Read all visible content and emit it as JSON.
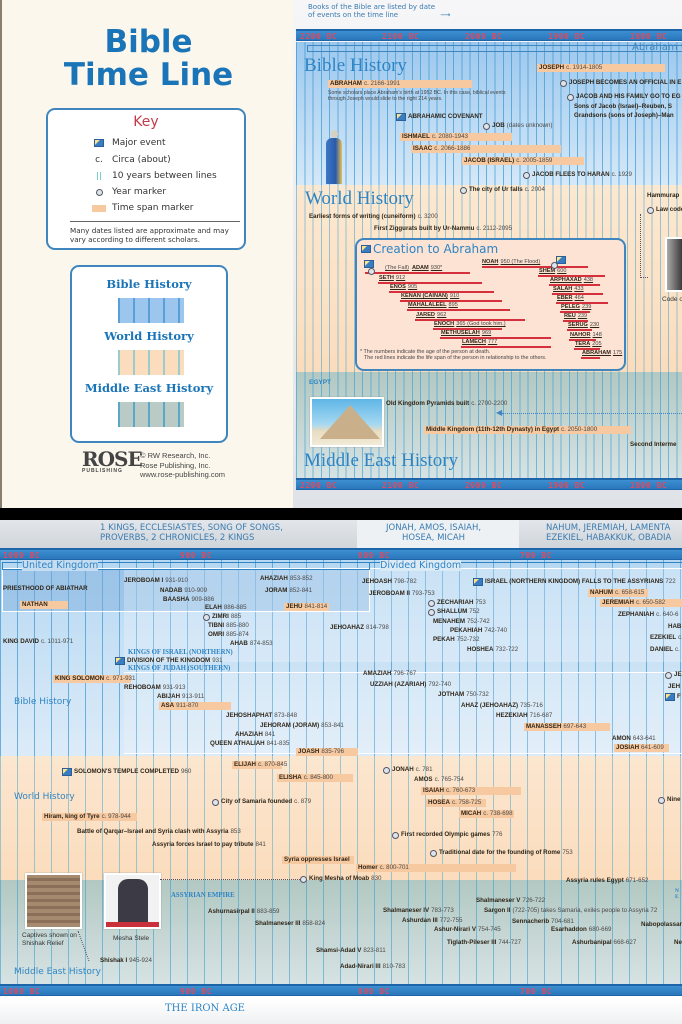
{
  "cover": {
    "title_line1": "Bible",
    "title_line2": "Time Line",
    "key": {
      "title": "Key",
      "items": [
        "Major event",
        "Circa (about)",
        "10 years between lines",
        "Year marker",
        "Time span marker"
      ],
      "circa_symbol": "c.",
      "note": "Many dates listed are approximate and may vary according to different scholars."
    },
    "legend": [
      "Bible History",
      "World History",
      "Middle East History"
    ],
    "publisher": {
      "logo": "ROSE",
      "logo_sub": "PUBLISHING",
      "lines": [
        "© RW Research, Inc.",
        "Rose Publishing, Inc.",
        "www.rose-publishing.com"
      ]
    }
  },
  "colors": {
    "accent": "#1a74b8",
    "bible": "#a9d0f0",
    "world": "#fbe2c6",
    "middle_east": "#b9cbc4",
    "span": "#f6c9a0",
    "axis_label": "#e04a60"
  },
  "top": {
    "note": "Books of the Bible are listed by date of events on the time line",
    "axis": [
      "2200 BC",
      "2100 BC",
      "2000 BC",
      "1900 BC",
      "1800 BC"
    ],
    "sections": {
      "bible": "Bible History",
      "world": "World History",
      "me": "Middle East History"
    },
    "period_label": "Abraham to",
    "bible": [
      {
        "name": "JOSEPH",
        "date": "c. 1914-1805"
      },
      {
        "name": "ABRAHAM",
        "date": "c. 2166-1991"
      },
      {
        "name": "",
        "date": "Some scholars place Abraham's birth at 1952 BC. In this case, biblical events through Joseph would slide to the right 214 years."
      },
      {
        "name": "JOSEPH BECOMES AN OFFICIAL IN E",
        "date": ""
      },
      {
        "name": "JACOB AND HIS FAMILY GO TO EG",
        "date": ""
      },
      {
        "name": "Sons of Jacob (Israel)–Reuben, S",
        "date": ""
      },
      {
        "name": "Grandsons (sons of Joseph)–Man",
        "date": ""
      },
      {
        "name": "ABRAHAMIC COVENANT",
        "date": ""
      },
      {
        "name": "JOB",
        "date": "(dates unknown)"
      },
      {
        "name": "ISHMAEL",
        "date": "c. 2080-1943"
      },
      {
        "name": "ISAAC",
        "date": "c. 2066-1886"
      },
      {
        "name": "JACOB (ISRAEL)",
        "date": "c. 2005-1859"
      },
      {
        "name": "JACOB FLEES TO HARAN",
        "date": "c. 1929"
      }
    ],
    "world": [
      {
        "name": "The city of Ur falls",
        "date": "c. 2004"
      },
      {
        "name": "Earliest forms of writing (cuneiform)",
        "date": "c. 3200"
      },
      {
        "name": "First Ziggurats built by Ur-Nammu",
        "date": "c. 2112-2095"
      },
      {
        "name": "Hammurap",
        "date": ""
      },
      {
        "name": "Law code",
        "date": ""
      }
    ],
    "code_caption": "Code of",
    "creation": {
      "title": "Creation to Abraham",
      "people": [
        {
          "name": "ADAM",
          "date": "930*",
          "pre": "(The Fall)"
        },
        {
          "name": "SETH",
          "date": "912"
        },
        {
          "name": "ENOS",
          "date": "905"
        },
        {
          "name": "KENAN (CAINAN)",
          "date": "910"
        },
        {
          "name": "MAHALALEEL",
          "date": "895"
        },
        {
          "name": "JARED",
          "date": "962"
        },
        {
          "name": "ENOCH",
          "date": "365 (God took him.)"
        },
        {
          "name": "METHUSELAH",
          "date": "969"
        },
        {
          "name": "LAMECH",
          "date": "777"
        },
        {
          "name": "NOAH",
          "date": "950   (The Flood)"
        },
        {
          "name": "SHEM",
          "date": "600"
        },
        {
          "name": "ARPHAXAD",
          "date": "438"
        },
        {
          "name": "SALAH",
          "date": "433"
        },
        {
          "name": "EBER",
          "date": "464"
        },
        {
          "name": "PELEG",
          "date": "239"
        },
        {
          "name": "REU",
          "date": "239"
        },
        {
          "name": "SERUG",
          "date": "230"
        },
        {
          "name": "NAHOR",
          "date": "148"
        },
        {
          "name": "TERA",
          "date": "205"
        },
        {
          "name": "ABRAHAM",
          "date": "175"
        }
      ],
      "footnote1": "* The numbers indicate the age of the person at death.",
      "footnote2": "The red lines indicate the life span of the person in relationship to the others."
    },
    "egypt": {
      "label": "EGYPT",
      "events": [
        {
          "name": "Old Kingdom Pyramids built",
          "date": "c. 2700-2200"
        },
        {
          "name": "Middle Kingdom (11th-12th Dynasty) in Egypt",
          "date": "c. 2050-1800"
        },
        {
          "name": "Second Interme",
          "date": ""
        }
      ]
    }
  },
  "bottom": {
    "books": [
      [
        "1 KINGS, ECCLESIASTES, SONG OF SONGS,",
        "PROVERBS, 2 CHRONICLES, 2 KINGS"
      ],
      [
        "JONAH, AMOS, ISAIAH,",
        "HOSEA, MICAH"
      ],
      [
        "NAHUM, JEREMIAH, LAMENTA",
        "EZEKIEL, HABAKKUK, OBADIA"
      ]
    ],
    "axis": [
      "1000 BC",
      "900 BC",
      "800 BC",
      "700 BC"
    ],
    "periods": {
      "united": "United Kingdom",
      "divided": "Divided Kingdom"
    },
    "sections": {
      "bible": "Bible History",
      "world": "World History",
      "me": "Middle East History"
    },
    "labels": {
      "israel": "KINGS OF ISRAEL (NORTHERN)",
      "judah": "KINGS OF JUDAH (SOUTHERN)",
      "assyria": "ASSYRIAN EMPIRE",
      "ne": "N E",
      "age": "THE IRON AGE"
    },
    "bible": [
      {
        "name": "JEROBOAM I",
        "date": "931-910"
      },
      {
        "name": "NADAB",
        "date": "910-909"
      },
      {
        "name": "BAASHA",
        "date": "909-886"
      },
      {
        "name": "ELAH",
        "date": "886-885"
      },
      {
        "name": "ZIMRI",
        "date": "885"
      },
      {
        "name": "TIBNI",
        "date": "885-880"
      },
      {
        "name": "OMRI",
        "date": "885-874"
      },
      {
        "name": "AHAB",
        "date": "874-853"
      },
      {
        "name": "AHAZIAH",
        "date": "853-852"
      },
      {
        "name": "JORAM",
        "date": "852-841"
      },
      {
        "name": "JEHU",
        "date": "841-814"
      },
      {
        "name": "JEHOAHAZ",
        "date": "814-798"
      },
      {
        "name": "PRIESTHOOD OF ABIATHAR",
        "date": ""
      },
      {
        "name": "NATHAN",
        "date": ""
      },
      {
        "name": "KING DAVID",
        "date": "c. 1011-971"
      },
      {
        "name": "DIVISION OF THE KINGDOM",
        "date": "931"
      },
      {
        "name": "KING SOLOMON",
        "date": "c. 971-931"
      },
      {
        "name": "REHOBOAM",
        "date": "931-913"
      },
      {
        "name": "ABIJAH",
        "date": "913-911"
      },
      {
        "name": "ASA",
        "date": "911-870"
      },
      {
        "name": "JEHOSHAPHAT",
        "date": "873-848"
      },
      {
        "name": "JEHORAM (JORAM)",
        "date": "853-841"
      },
      {
        "name": "AHAZIAH",
        "date": "841"
      },
      {
        "name": "QUEEN ATHALIAH",
        "date": "841-835"
      },
      {
        "name": "JOASH",
        "date": "835-796"
      },
      {
        "name": "JEHOASH",
        "date": "798-782"
      },
      {
        "name": "JEROBOAM II",
        "date": "793-753"
      },
      {
        "name": "ZECHARIAH",
        "date": "753"
      },
      {
        "name": "SHALLUM",
        "date": "752"
      },
      {
        "name": "MENAHEM",
        "date": "752-742"
      },
      {
        "name": "PEKAHIAH",
        "date": "742-740"
      },
      {
        "name": "PEKAH",
        "date": "752-732"
      },
      {
        "name": "HOSHEA",
        "date": "732-722"
      },
      {
        "name": "ISRAEL (NORTHERN KINGDOM) FALLS TO THE ASSYRIANS",
        "date": "722"
      },
      {
        "name": "NAHUM",
        "date": "c. 658-615"
      },
      {
        "name": "JEREMIAH",
        "date": "c. 650-582"
      },
      {
        "name": "ZEPHANIAH",
        "date": "c. 640-6"
      },
      {
        "name": "HAB",
        "date": ""
      },
      {
        "name": "EZEKIEL",
        "date": "c."
      },
      {
        "name": "DANIEL",
        "date": "c."
      },
      {
        "name": "AMAZIAH",
        "date": "796-767"
      },
      {
        "name": "UZZIAH (AZARIAH)",
        "date": "792-740"
      },
      {
        "name": "JOTHAM",
        "date": "750-732"
      },
      {
        "name": "AHAZ (JEHOAHAZ)",
        "date": "735-716"
      },
      {
        "name": "HEZEKIAH",
        "date": "716-687"
      },
      {
        "name": "MANASSEH",
        "date": "697-643"
      },
      {
        "name": "AMON",
        "date": "643-641"
      },
      {
        "name": "JOSIAH",
        "date": "641-609"
      },
      {
        "name": "JE",
        "date": ""
      },
      {
        "name": "JEH",
        "date": ""
      },
      {
        "name": "F",
        "date": ""
      },
      {
        "name": "SOLOMON'S TEMPLE COMPLETED",
        "date": "960"
      },
      {
        "name": "ELIJAH",
        "date": "c. 870-845"
      },
      {
        "name": "ELISHA",
        "date": "c. 845-800"
      },
      {
        "name": "JONAH",
        "date": "c. 781"
      },
      {
        "name": "AMOS",
        "date": "c. 765-754"
      },
      {
        "name": "ISAIAH",
        "date": "c. 760-673"
      },
      {
        "name": "HOSEA",
        "date": "c. 758-725"
      },
      {
        "name": "MICAH",
        "date": "c. 738-698"
      }
    ],
    "world": [
      {
        "name": "City of Samaria founded",
        "date": "c. 879"
      },
      {
        "name": "Hiram, king of Tyre",
        "date": "c. 978-944"
      },
      {
        "name": "Battle of Qarqar–Israel and Syria clash with Assyria",
        "date": "853"
      },
      {
        "name": "Assyria forces Israel to pay tribute",
        "date": "841"
      },
      {
        "name": "Syria oppresses Israel",
        "date": ""
      },
      {
        "name": "King Mesha of Moab",
        "date": "830"
      },
      {
        "name": "First recorded Olympic games",
        "date": "776"
      },
      {
        "name": "Traditional date for the founding of Rome",
        "date": "753"
      },
      {
        "name": "Homer",
        "date": "c. 800-701"
      },
      {
        "name": "Assyria rules Egypt",
        "date": "671-652"
      },
      {
        "name": "Nine",
        "date": ""
      }
    ],
    "me": [
      {
        "name": "Ashurnasirpal II",
        "date": "883-859"
      },
      {
        "name": "Shalmaneser III",
        "date": "858-824"
      },
      {
        "name": "Shamsi-Adad V",
        "date": "823-811"
      },
      {
        "name": "Adad-Nirari III",
        "date": "810-783"
      },
      {
        "name": "Shishak I",
        "date": "945-924"
      },
      {
        "name": "Shalmaneser V",
        "date": "726-722"
      },
      {
        "name": "Shalmaneser IV",
        "date": "783-773"
      },
      {
        "name": "Sargon II",
        "date": "(722-705) takes Samaria, exiles people to Assyria 72"
      },
      {
        "name": "Ashurdan III",
        "date": "772-755"
      },
      {
        "name": "Sennacherib",
        "date": "704-681"
      },
      {
        "name": "Ashur-Nirari V",
        "date": "754-745"
      },
      {
        "name": "Esarhaddon",
        "date": "680-669"
      },
      {
        "name": "Tiglath-Pileser III",
        "date": "744-727"
      },
      {
        "name": "Ashurbanipal",
        "date": "668-627"
      },
      {
        "name": "Nabopolassar",
        "date": ""
      },
      {
        "name": "Ne",
        "date": ""
      }
    ],
    "captions": {
      "relief": [
        "Captives shown on",
        "Shishak Relief"
      ],
      "stele": "Mesha Stele"
    }
  }
}
